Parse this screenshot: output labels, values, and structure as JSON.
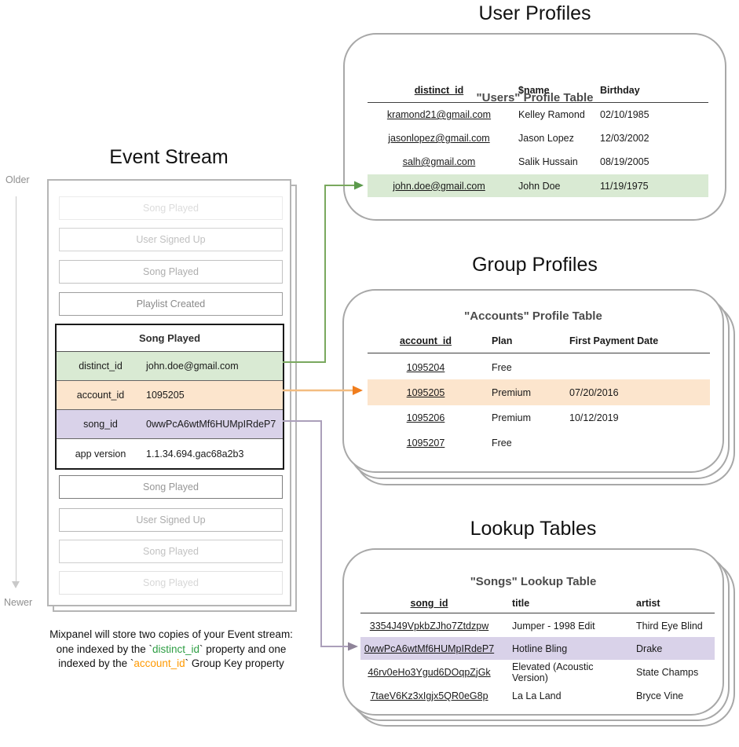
{
  "titles": {
    "event_stream": "Event Stream",
    "user_profiles": "User Profiles",
    "group_profiles": "Group Profiles",
    "lookup_tables": "Lookup Tables"
  },
  "timeline": {
    "older": "Older",
    "newer": "Newer"
  },
  "event_stream": {
    "events_before": [
      "Song Played",
      "User Signed Up",
      "Song Played",
      "Playlist Created"
    ],
    "expanded_event": {
      "title": "Song Played",
      "properties": [
        {
          "key": "distinct_id",
          "value": "john.doe@gmail.com",
          "highlight": "green"
        },
        {
          "key": "account_id",
          "value": "1095205",
          "highlight": "orange"
        },
        {
          "key": "song_id",
          "value": "0wwPcA6wtMf6HUMpIRdeP7",
          "highlight": "purple"
        },
        {
          "key": "app version",
          "value": "1.1.34.694.gac68a2b3",
          "highlight": "none"
        }
      ]
    },
    "events_after": [
      "Song Played",
      "User Signed Up",
      "Song Played",
      "Song Played"
    ]
  },
  "caption": {
    "line1": "Mixpanel will store two copies of your Event stream:",
    "line2_pre": "one indexed by the `",
    "line2_code": "distinct_id",
    "line2_post": "` property and one",
    "line3_pre": "indexed by the `",
    "line3_code": "account_id",
    "line3_post": "` Group Key property"
  },
  "users_table": {
    "title": "\"Users\" Profile Table",
    "columns": [
      "distinct_id",
      "$name",
      "Birthday"
    ],
    "rows": [
      {
        "distinct_id": "kramond21@gmail.com",
        "name": "Kelley Ramond",
        "birthday": "02/10/1985",
        "highlight": false
      },
      {
        "distinct_id": "jasonlopez@gmail.com",
        "name": "Jason Lopez",
        "birthday": "12/03/2002",
        "highlight": false
      },
      {
        "distinct_id": "salh@gmail.com",
        "name": "Salik Hussain",
        "birthday": "08/19/2005",
        "highlight": false
      },
      {
        "distinct_id": "john.doe@gmail.com",
        "name": "John Doe",
        "birthday": "11/19/1975",
        "highlight": true
      }
    ]
  },
  "accounts_table": {
    "title": "\"Accounts\" Profile Table",
    "columns": [
      "account_id",
      "Plan",
      "First Payment Date"
    ],
    "rows": [
      {
        "account_id": "1095204",
        "plan": "Free",
        "first_payment_date": "",
        "highlight": false
      },
      {
        "account_id": "1095205",
        "plan": "Premium",
        "first_payment_date": "07/20/2016",
        "highlight": true
      },
      {
        "account_id": "1095206",
        "plan": "Premium",
        "first_payment_date": "10/12/2019",
        "highlight": false
      },
      {
        "account_id": "1095207",
        "plan": "Free",
        "first_payment_date": "",
        "highlight": false
      }
    ]
  },
  "songs_table": {
    "title": "\"Songs\" Lookup Table",
    "columns": [
      "song_id",
      "title",
      "artist"
    ],
    "rows": [
      {
        "song_id": "3354J49VpkbZJho7Ztdzpw",
        "title": "Jumper - 1998 Edit",
        "artist": "Third Eye Blind",
        "highlight": false
      },
      {
        "song_id": "0wwPcA6wtMf6HUMpIRdeP7",
        "title": "Hotline Bling",
        "artist": "Drake",
        "highlight": true
      },
      {
        "song_id": "46rv0eHo3Ygud6DOqpZjGk",
        "title": "Elevated (Acoustic Version)",
        "artist": "State Champs",
        "highlight": false
      },
      {
        "song_id": "7taeV6Kz3xIgjx5QR0eG8p",
        "title": "La La Land",
        "artist": "Bryce Vine",
        "highlight": false
      }
    ]
  },
  "connections": [
    {
      "from": "distinct_id",
      "to": "users_table_row_john_doe",
      "color": "#6aa84f"
    },
    {
      "from": "account_id",
      "to": "accounts_table_row_1095205",
      "color": "#f07d1d"
    },
    {
      "from": "song_id",
      "to": "songs_table_row_0wwPcA6wtMf6HUMpIRdeP7",
      "color": "#9b90a9"
    }
  ],
  "colors": {
    "green_highlight": "#d9ead3",
    "orange_highlight": "#fce5cd",
    "purple_highlight": "#d9d2e9",
    "green_arrow": "#6aa84f",
    "orange_arrow": "#f07d1d",
    "purple_arrow": "#9b90a9"
  }
}
